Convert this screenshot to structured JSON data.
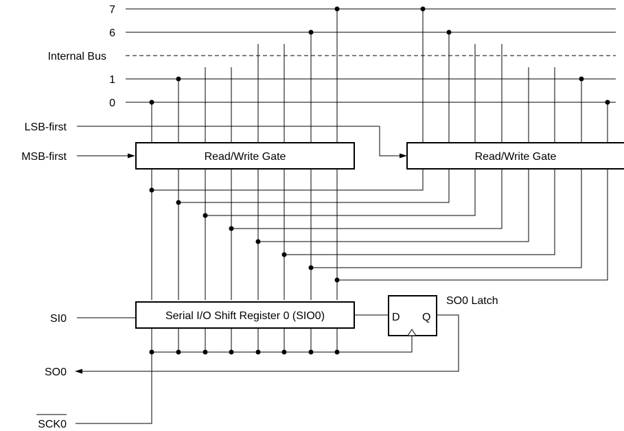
{
  "bus_labels": {
    "bit7": "7",
    "bit6": "6",
    "internal_bus": "Internal Bus",
    "bit1": "1",
    "bit0": "0"
  },
  "inputs": {
    "lsb_first": "LSB-first",
    "msb_first": "MSB-first",
    "si0": "SI0",
    "so0": "SO0",
    "sck0": "SCK0"
  },
  "blocks": {
    "rw_gate_left": "Read/Write Gate",
    "rw_gate_right": "Read/Write Gate",
    "shift_register": "Serial I/O Shift Register 0 (SIO0)",
    "latch_title": "SO0 Latch",
    "latch_d": "D",
    "latch_q": "Q"
  }
}
